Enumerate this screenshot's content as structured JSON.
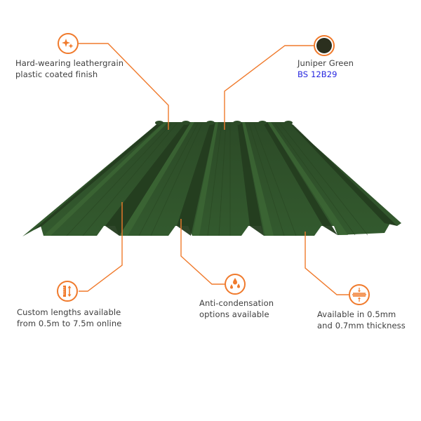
{
  "diagram": {
    "subject": "Corrugated box-profile roof sheet",
    "accent_color": "#f07a2c",
    "sheet_color": "#2f4f29",
    "sheet_shadow_color": "#233a1e",
    "link_color": "#2525e0"
  },
  "callouts": [
    {
      "id": "finish",
      "icon": "sparkle-icon",
      "lines": [
        "Hard-wearing leathergrain",
        "plastic coated finish"
      ]
    },
    {
      "id": "colour",
      "icon": "color-swatch-icon",
      "swatch_color": "#2b2f1e",
      "lines": [
        "Juniper Green"
      ],
      "sub": "BS 12B29"
    },
    {
      "id": "lengths",
      "icon": "length-arrows-icon",
      "lines": [
        "Custom lengths available",
        "from 0.5m to 7.5m online"
      ]
    },
    {
      "id": "condensation",
      "icon": "water-drops-icon",
      "lines": [
        "Anti-condensation",
        "options available"
      ]
    },
    {
      "id": "thickness",
      "icon": "thickness-compress-icon",
      "lines": [
        "Available in 0.5mm",
        "and 0.7mm thickness"
      ]
    }
  ]
}
